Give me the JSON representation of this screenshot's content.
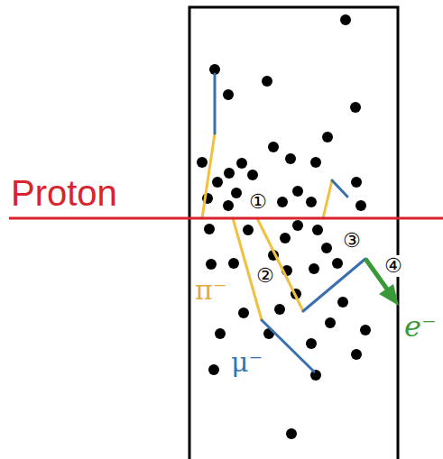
{
  "diagram": {
    "labels": [
      "Proton",
      "①",
      "②",
      "③",
      "④",
      "π⁻",
      "μ⁻",
      "e⁻"
    ]
  }
}
